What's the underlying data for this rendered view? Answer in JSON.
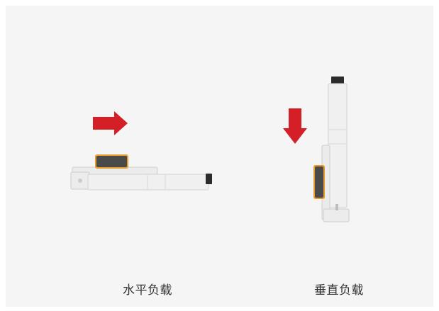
{
  "panels": [
    {
      "caption": "水平负载",
      "direction": "horizontal",
      "arrow_icon": "arrow-right-icon"
    },
    {
      "caption": "垂直负载",
      "direction": "vertical",
      "arrow_icon": "arrow-down-icon"
    }
  ],
  "colors": {
    "arrow": "#d41f26",
    "device_body": "#eeeeee",
    "device_edge": "#cfcfcf",
    "pad": "#4a4a4a",
    "pad_accent": "#e89a2c",
    "background": "#f5f5f5"
  }
}
